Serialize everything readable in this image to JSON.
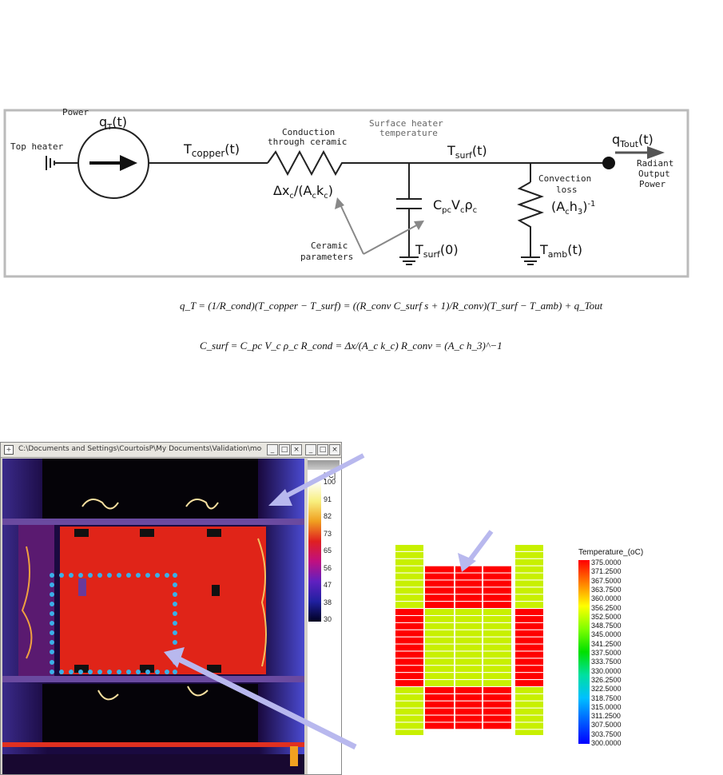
{
  "circuit": {
    "power_label": "Power",
    "qT": "q",
    "qT_sub": "T",
    "qT_t": "(t)",
    "top_heater": "Top heater",
    "t_copper": "T",
    "t_copper_sub": "copper",
    "t_copper_t": "(t)",
    "conduction_line1": "Conduction",
    "conduction_line2": "through ceramic",
    "surface_line1": "Surface heater",
    "surface_line2": "temperature",
    "t_surf": "T",
    "t_surf_sub": "surf",
    "t_surf_t": "(t)",
    "q_out": "q",
    "q_out_sub": "Tout",
    "q_out_t": "(t)",
    "radiant1": "Radiant",
    "radiant2": "Output",
    "radiant3": "Power",
    "resistor_label": "Δx",
    "resistor_label2": "/(A",
    "resistor_label3": "k",
    "resistor_label4": ")",
    "cap_label": "C",
    "cap_sub": "pc",
    "cap_v": "V",
    "cap_rho": "ρ",
    "ceramic1": "Ceramic",
    "ceramic2": "parameters",
    "tsurf0": "T",
    "tsurf0_sub": "surf",
    "tsurf0_t": "(0)",
    "conv1": "Convection",
    "conv2": "loss",
    "conv_label": "(A",
    "conv_label2": "h",
    "conv_label3": ")",
    "conv_exp": "-1",
    "tamb": "T",
    "tamb_sub": "amb",
    "tamb_t": "(t)"
  },
  "equations": {
    "eq1": "q_T = (1/R_cond)(T_copper − T_surf) = ((R_conv C_surf s + 1)/R_conv)(T_surf − T_amb) + q_Tout",
    "eq2": "C_surf = C_pc V_c ρ_c    R_cond = Δx/(A_c k_c)    R_conv = (A_c h_3)^−1"
  },
  "thermal": {
    "title": "C:\\Documents and Settings\\CourtoisP\\My Documents\\Validation\\mode...",
    "unit": "[°C]",
    "ticks": [
      "100",
      "91",
      "82",
      "73",
      "65",
      "56",
      "47",
      "38",
      "30"
    ]
  },
  "sim": {
    "legend_title": "Temperature_(oC)",
    "ticks": [
      "375.0000",
      "371.2500",
      "367.5000",
      "363.7500",
      "360.0000",
      "356.2500",
      "352.5000",
      "348.7500",
      "345.0000",
      "341.2500",
      "337.5000",
      "333.7500",
      "330.0000",
      "326.2500",
      "322.5000",
      "318.7500",
      "315.0000",
      "311.2500",
      "307.5000",
      "303.7500",
      "300.0000"
    ]
  },
  "colors": {
    "sim_red": "#ff0000",
    "sim_yellow": "#c8f000",
    "arrow": "#b8b8ee"
  }
}
